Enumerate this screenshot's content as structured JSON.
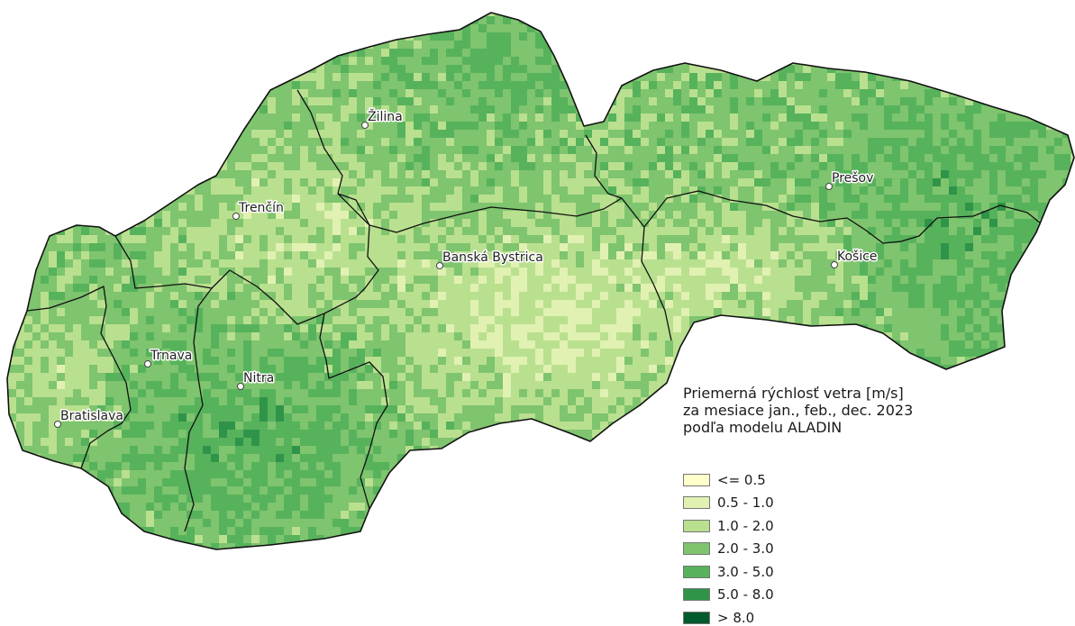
{
  "title_lines": [
    "Priemerná rýchlosť vetra [m/s]",
    "za mesiace jan., feb., dec. 2023",
    "podľa modelu ALADIN"
  ],
  "legend": [
    {
      "label": "<= 0.5",
      "color": "#ffffcc"
    },
    {
      "label": "0.5 - 1.0",
      "color": "#e1f1b2"
    },
    {
      "label": "1.0 - 2.0",
      "color": "#b9e08f"
    },
    {
      "label": "2.0 - 3.0",
      "color": "#7fc46e"
    },
    {
      "label": "3.0 - 5.0",
      "color": "#57b25c"
    },
    {
      "label": "5.0 - 8.0",
      "color": "#2f9449"
    },
    {
      "label": "> 8.0",
      "color": "#005a2c"
    }
  ],
  "cities": [
    {
      "id": "zilina",
      "name": "Žilina"
    },
    {
      "id": "trencin",
      "name": "Trenčín"
    },
    {
      "id": "presov",
      "name": "Prešov"
    },
    {
      "id": "banska-bystrica",
      "name": "Banská Bystrica"
    },
    {
      "id": "kosice",
      "name": "Košice"
    },
    {
      "id": "trnava",
      "name": "Trnava"
    },
    {
      "id": "nitra",
      "name": "Nitra"
    },
    {
      "id": "bratislava",
      "name": "Bratislava"
    }
  ]
}
